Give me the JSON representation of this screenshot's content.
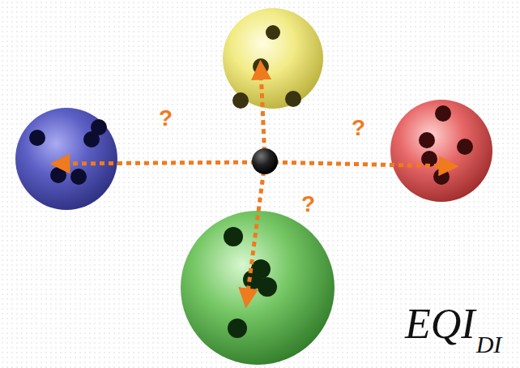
{
  "diagram": {
    "labels": [
      "?",
      "?",
      "?",
      "EQI",
      "DI"
    ]
  }
}
